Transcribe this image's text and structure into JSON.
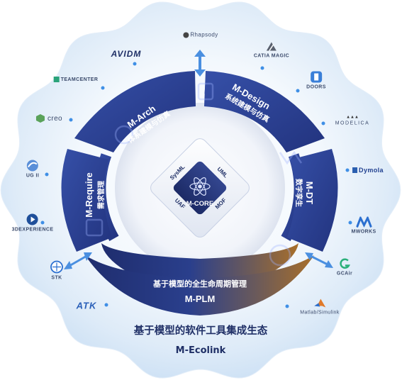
{
  "core": {
    "title": "M-CORE",
    "labels": [
      "SysML",
      "UML",
      "UAF",
      "MOF"
    ]
  },
  "segments": [
    {
      "name": "M-Arch",
      "sub": "体系建模与仿真"
    },
    {
      "name": "M-Design",
      "sub": "系统建模与仿真"
    },
    {
      "name": "M-DT",
      "sub": "数字孪生"
    },
    {
      "name": "M-Require",
      "sub": "需求管理"
    }
  ],
  "plm": {
    "title": "基于模型的全生命周期管理",
    "name": "M-PLM"
  },
  "ecolink": {
    "title": "基于模型的软件工具集成生态",
    "name": "M-Ecolink"
  },
  "tools": [
    {
      "id": "rhapsody",
      "label": "Rhapsody",
      "icon": "rhapsody-icon"
    },
    {
      "id": "avidm",
      "label": "AVIDM",
      "icon": "avidm-logo"
    },
    {
      "id": "catia",
      "label": "CATIA MAGIC",
      "icon": "catia-icon"
    },
    {
      "id": "teamcenter",
      "label": "TEAMCENTER",
      "icon": "teamcenter-icon"
    },
    {
      "id": "doors",
      "label": "DOORS",
      "icon": "doors-icon"
    },
    {
      "id": "creo",
      "label": "creo",
      "icon": "creo-icon"
    },
    {
      "id": "modelica",
      "label": "MODELICA",
      "icon": "modelica-icon"
    },
    {
      "id": "ug",
      "label": "UG II",
      "icon": "ug-icon"
    },
    {
      "id": "dymola",
      "label": "Dymola",
      "icon": "dymola-icon"
    },
    {
      "id": "3dx",
      "label": "3DEXPERIENCE",
      "icon": "3dexperience-icon"
    },
    {
      "id": "mworks",
      "label": "MWORKS",
      "icon": "mworks-icon"
    },
    {
      "id": "stk",
      "label": "STK",
      "icon": "stk-icon"
    },
    {
      "id": "gcair",
      "label": "GCAir",
      "icon": "gcair-icon"
    },
    {
      "id": "atk",
      "label": "ATK",
      "icon": "atk-logo"
    },
    {
      "id": "matlab",
      "label": "Matlab/Simulink",
      "icon": "matlab-icon"
    }
  ],
  "colors": {
    "ring": "#2b3d8f",
    "ring_dark": "#1d2d70",
    "plm_accent": "#9a6a2c",
    "arrow": "#4a8fe0",
    "text": "#1f2f66"
  }
}
